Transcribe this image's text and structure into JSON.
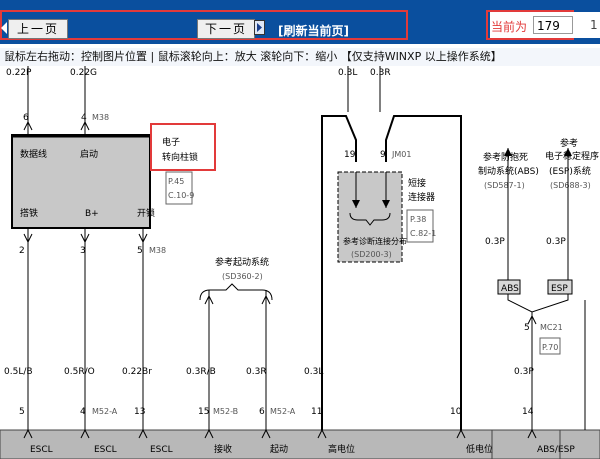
{
  "toolbar": {
    "prev_label": "上一页",
    "next_label": "下一页",
    "refresh_label": "[刷新当前页]",
    "current_label": "当前为",
    "current_value": "179",
    "overflow_text": "1"
  },
  "hint": "鼠标左右拖动：控制图片位置 | 鼠标滚轮向上：放大 滚轮向下：缩小 【仅支持WINXP 以上操作系统】",
  "diagram": {
    "top_wires": [
      "0.22P",
      "0.22G",
      "0.3L",
      "0.3R"
    ],
    "top_pins": [
      "6",
      "4",
      "M38",
      "19",
      "9",
      "JM01"
    ],
    "module_left": {
      "labels": [
        "数据线",
        "启动",
        "搭铁",
        "B+",
        "开锁"
      ],
      "pins": [
        "2",
        "3",
        "5",
        "M38"
      ]
    },
    "steering_lock": {
      "title_line1": "电子",
      "title_line2": "转向柱锁",
      "ref1": "P.45",
      "ref2": "C.10-9"
    },
    "short_connector": {
      "title_line1": "短接",
      "title_line2": "连接器",
      "ref1": "P.38",
      "ref2": "C.82-1",
      "diag_label": "参考诊断连接分布",
      "diag_ref": "(SD200-3)"
    },
    "start_system": {
      "label": "参考起动系统",
      "ref": "(SD360-2)"
    },
    "abs": {
      "label1": "参考防抱死",
      "label2": "制动系统(ABS)",
      "ref": "(SD587-1)",
      "wire": "0.3P",
      "tag": "ABS"
    },
    "esp": {
      "label1": "参考",
      "label2": "电子稳定程序",
      "label3": "(ESP)系统",
      "ref": "(SD688-3)",
      "wire": "0.3P",
      "tag": "ESP"
    },
    "mc21": {
      "pin": "5",
      "name": "MC21",
      "ref": "P.70"
    },
    "wires": [
      "0.5L/B",
      "0.5R/O",
      "0.22Br",
      "0.3R/B",
      "0.3R",
      "0.3L",
      "0.3P"
    ],
    "bottom_pins": [
      "5",
      "4",
      "M52-A",
      "13",
      "15",
      "M52-B",
      "6",
      "M52-A",
      "11",
      "10",
      "14"
    ],
    "bottom_labels": [
      "ESCL",
      "ESCL",
      "ESCL",
      "接收",
      "起动",
      "高电位",
      "低电位",
      "ABS/ESP"
    ]
  }
}
